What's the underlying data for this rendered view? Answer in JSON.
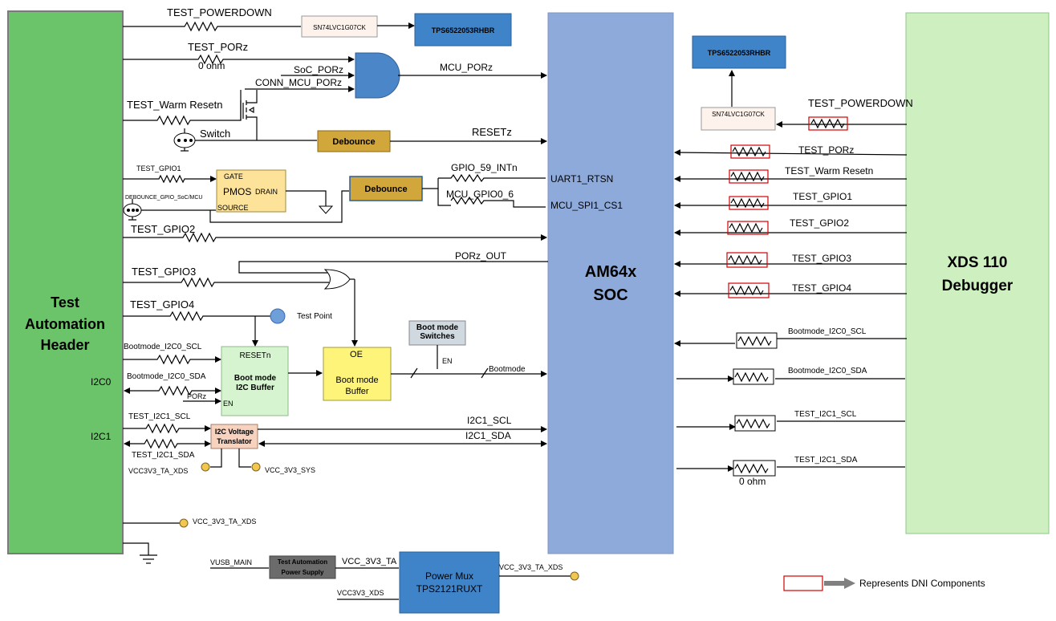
{
  "blocks": {
    "test_automation_header": [
      "Test",
      "Automation",
      "Header"
    ],
    "soc": [
      "AM64x",
      "SOC"
    ],
    "debugger": [
      "XDS 110",
      "Debugger"
    ],
    "buffer_top": "SN74LVC1G07CK",
    "pmic_top": "TPS6522053RHBR",
    "buffer_right": "SN74LVC1G07CK",
    "pmic_right": "TPS6522053RHBR",
    "debounce1": "Debounce",
    "debounce2": "Debounce",
    "pmos": {
      "title": "PMOS",
      "gate": "GATE",
      "drain": "DRAIN",
      "source": "SOURCE"
    },
    "boot_mode_switches": [
      "Boot mode",
      "Switches"
    ],
    "i2c_buffer": {
      "reset": "RESETn",
      "line1": "Boot mode",
      "line2": "I2C Buffer",
      "en": "EN",
      "porz": "PORz"
    },
    "boot_buffer": {
      "oe": "OE",
      "line1": "Boot mode",
      "line2": "Buffer"
    },
    "i2c_translator": [
      "I2C Voltage",
      "Translator"
    ],
    "power_supply": [
      "Test Automation",
      "Power Supply"
    ],
    "power_mux": [
      "Power Mux",
      "TPS2121RUXT"
    ]
  },
  "left_signals": {
    "test_powerdown": "TEST_POWERDOWN",
    "test_porz": "TEST_PORz",
    "zero_ohm": "0 ohm",
    "soc_porz": "SoC_PORz",
    "conn_mcu_porz": "CONN_MCU_PORz",
    "mcu_porz": "MCU_PORz",
    "test_warm_reset": "TEST_Warm Resetn",
    "switch": "Switch",
    "resetz": "RESETz",
    "test_gpio1": "TEST_GPIO1",
    "gpio_59": "GPIO_59_INTn",
    "uart1_rtsn": "UART1_RTSN",
    "debounce_gpio": "DEBOUNCE_GPIO_SoC/MCU",
    "mcu_gpio0_6": "MCU_GPIO0_6",
    "mcu_spi1_cs1": "MCU_SPI1_CS1",
    "test_gpio2": "TEST_GPIO2",
    "porz_out": "PORz_OUT",
    "test_gpio3": "TEST_GPIO3",
    "test_gpio4": "TEST_GPIO4",
    "test_point": "Test Point",
    "bootmode_i2c0_scl": "Bootmode_I2C0_SCL",
    "bootmode_i2c0_sda": "Bootmode_I2C0_SDA",
    "i2c0": "I2C0",
    "en": "EN",
    "bootmode": "Bootmode",
    "test_i2c1_scl": "TEST_I2C1_SCL",
    "test_i2c1_sda": "TEST_I2C1_SDA",
    "i2c1": "I2C1",
    "i2c1_scl": "I2C1_SCL",
    "i2c1_sda": "I2C1_SDA",
    "vcc3v3_ta_xds": "VCC3V3_TA_XDS",
    "vcc_3v3_sys": "VCC_3V3_SYS",
    "vcc_3v3_ta_xds": "VCC_3V3_TA_XDS",
    "vusb_main": "VUSB_MAIN",
    "vcc_3v3_ta_partial": "VCC_3V3_TA",
    "vcc3v3_xds": "VCC3V3_XDS",
    "vcc_3v3_ta_xds_out": "VCC_3V3_TA_XDS"
  },
  "right_signals": {
    "test_powerdown": "TEST_POWERDOWN",
    "test_porz": "TEST_PORz",
    "test_warm_reset": "TEST_Warm Resetn",
    "test_gpio1": "TEST_GPIO1",
    "test_gpio2": "TEST_GPIO2",
    "test_gpio3": "TEST_GPIO3",
    "test_gpio4": "TEST_GPIO4",
    "bootmode_i2c0_scl": "Bootmode_I2C0_SCL",
    "bootmode_i2c0_sda": "Bootmode_I2C0_SDA",
    "test_i2c1_scl": "TEST_I2C1_SCL",
    "test_i2c1_sda": "TEST_I2C1_SDA",
    "zero_ohm": "0 ohm"
  },
  "legend": {
    "text": "Represents DNI Components"
  },
  "colors": {
    "header_green": "#6cc46a",
    "soc_blue": "#8eaadb",
    "debugger_green": "#cef0c0",
    "pmic_blue": "#3f84c8",
    "debounce_gold": "#d1a63a",
    "pmos_yellow": "#fde29a",
    "buffer_yellow": "#fef47a",
    "i2c_buffer_green": "#d7f4d0",
    "translator_peach": "#f7d2be",
    "dni_red": "#d40000"
  }
}
